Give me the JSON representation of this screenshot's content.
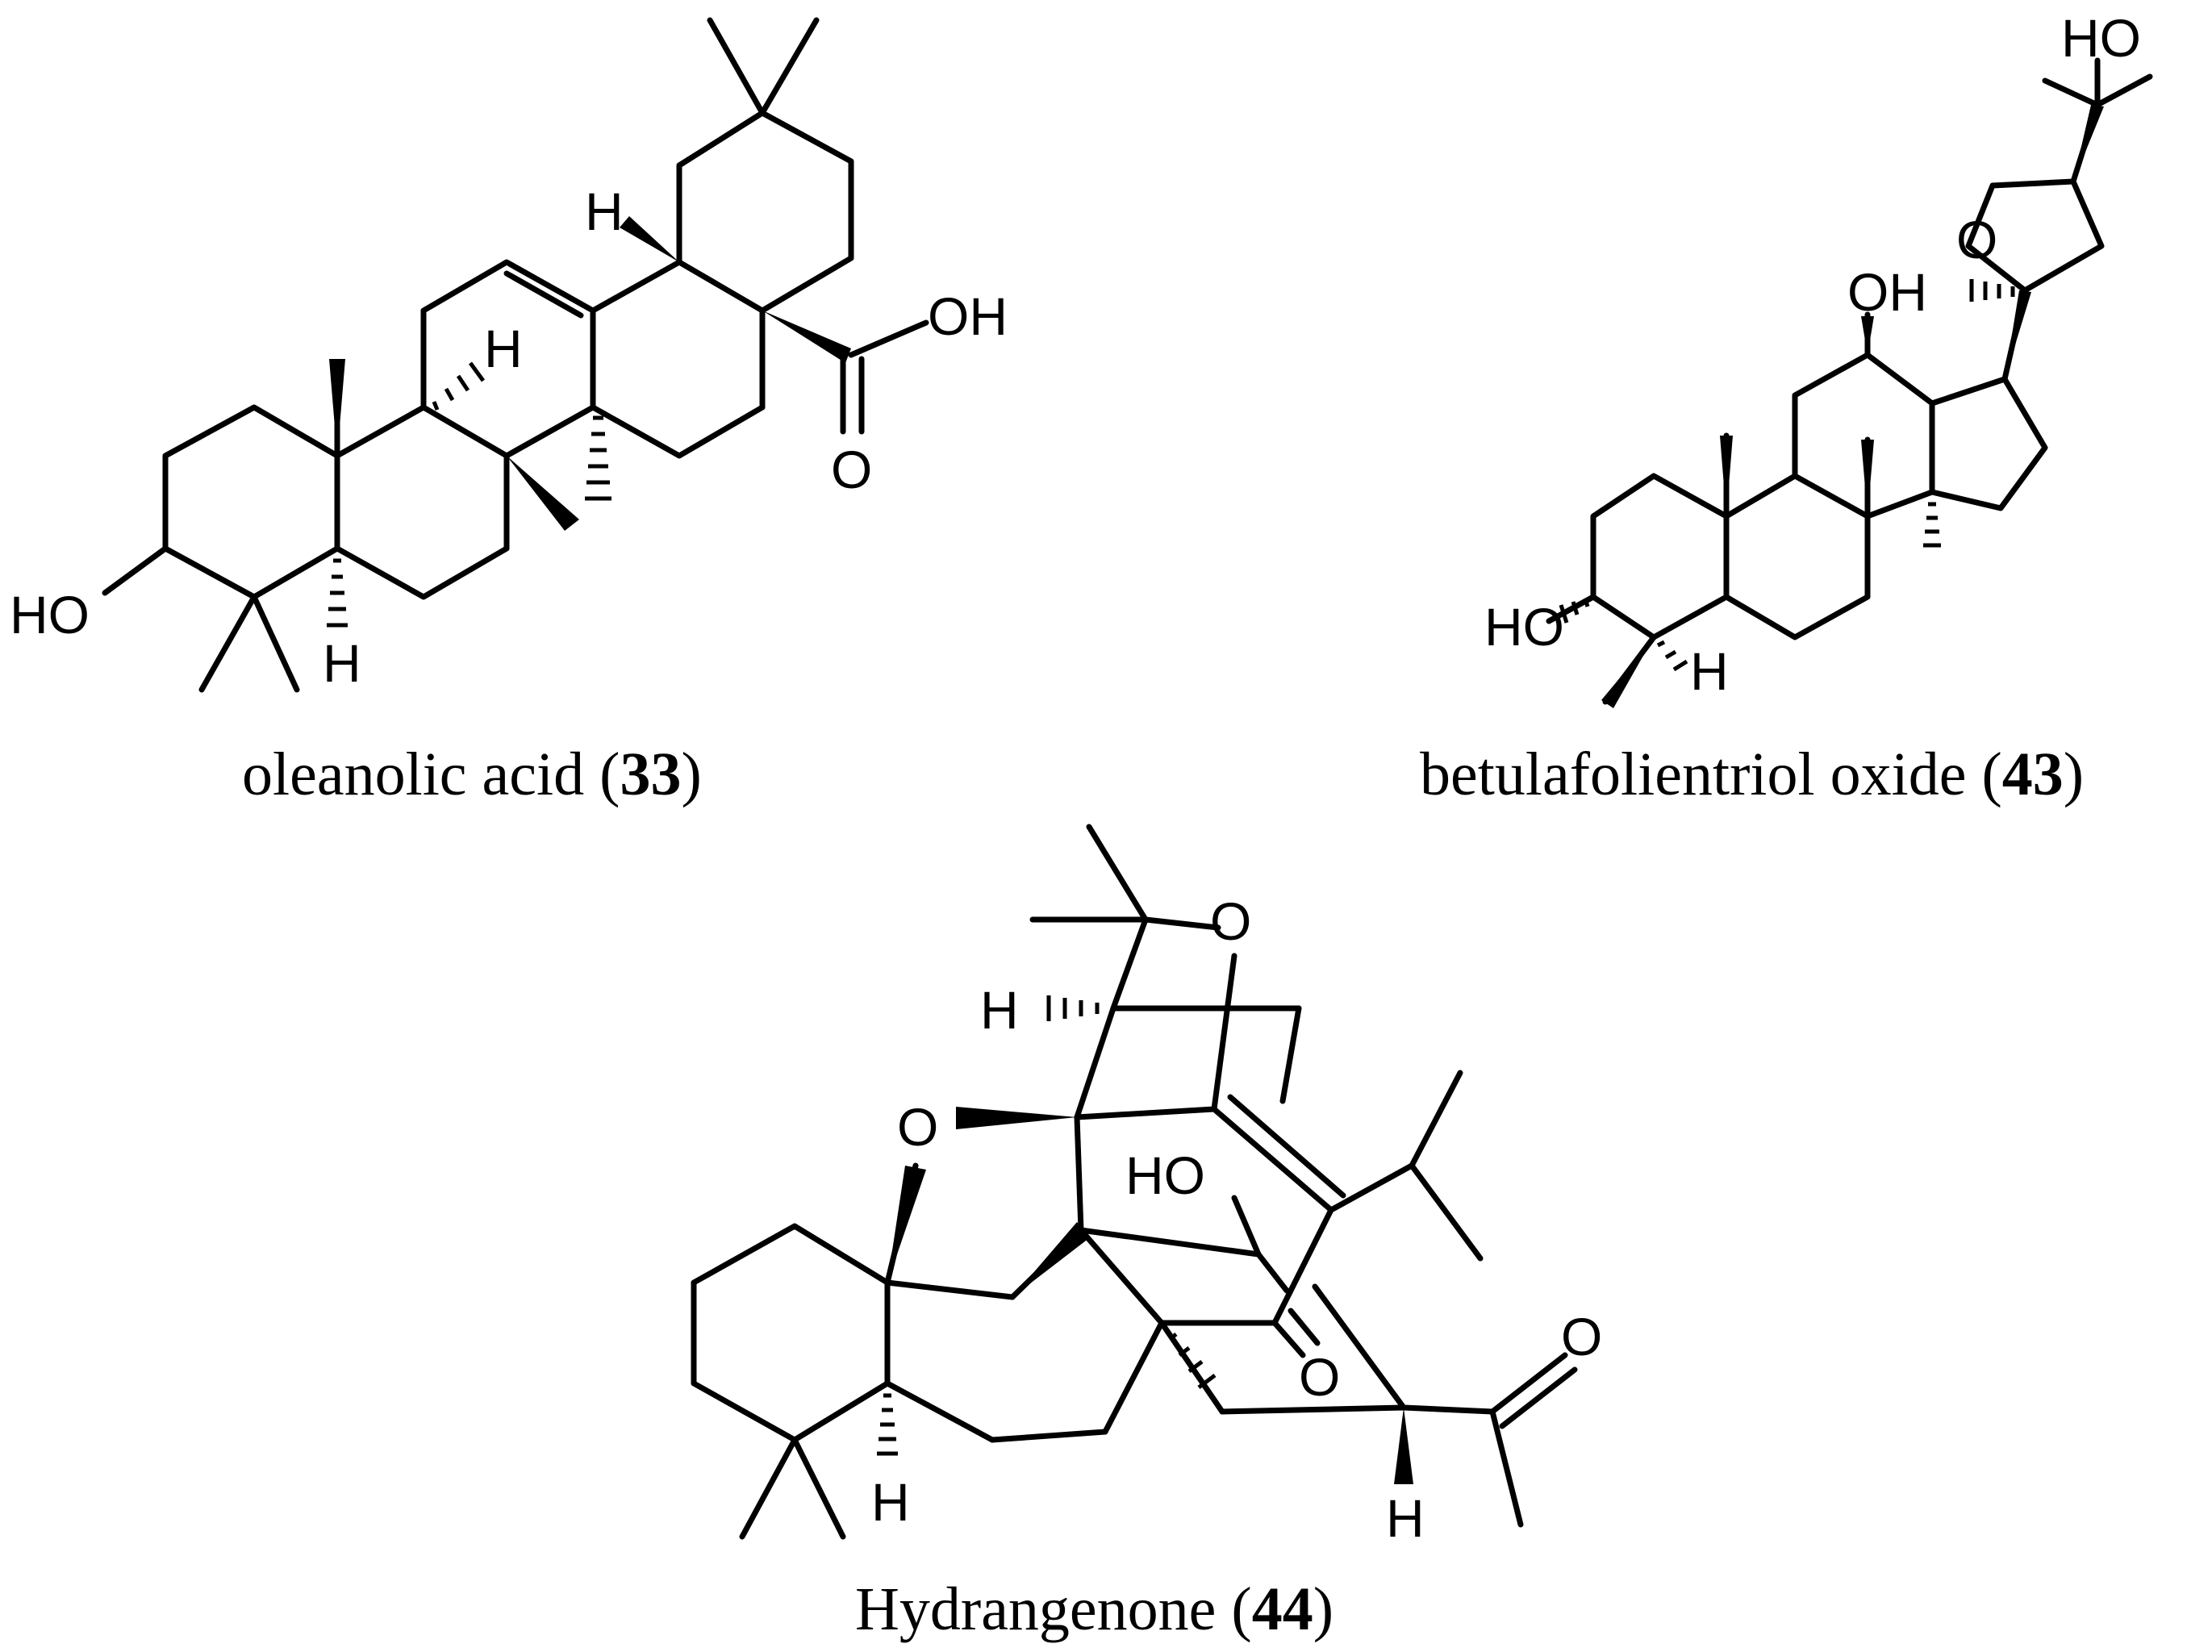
{
  "figure": {
    "molecules": [
      {
        "name": "oleanolic acid",
        "number": "33"
      },
      {
        "name": "betulafolientriol oxide",
        "number": "43"
      },
      {
        "name": "Hydrangenone",
        "number": "44"
      }
    ]
  },
  "atom_labels": {
    "hydroxyl": "HO",
    "hydroxyl_right": "OH",
    "hydrogen": "H",
    "oxygen": "O"
  }
}
